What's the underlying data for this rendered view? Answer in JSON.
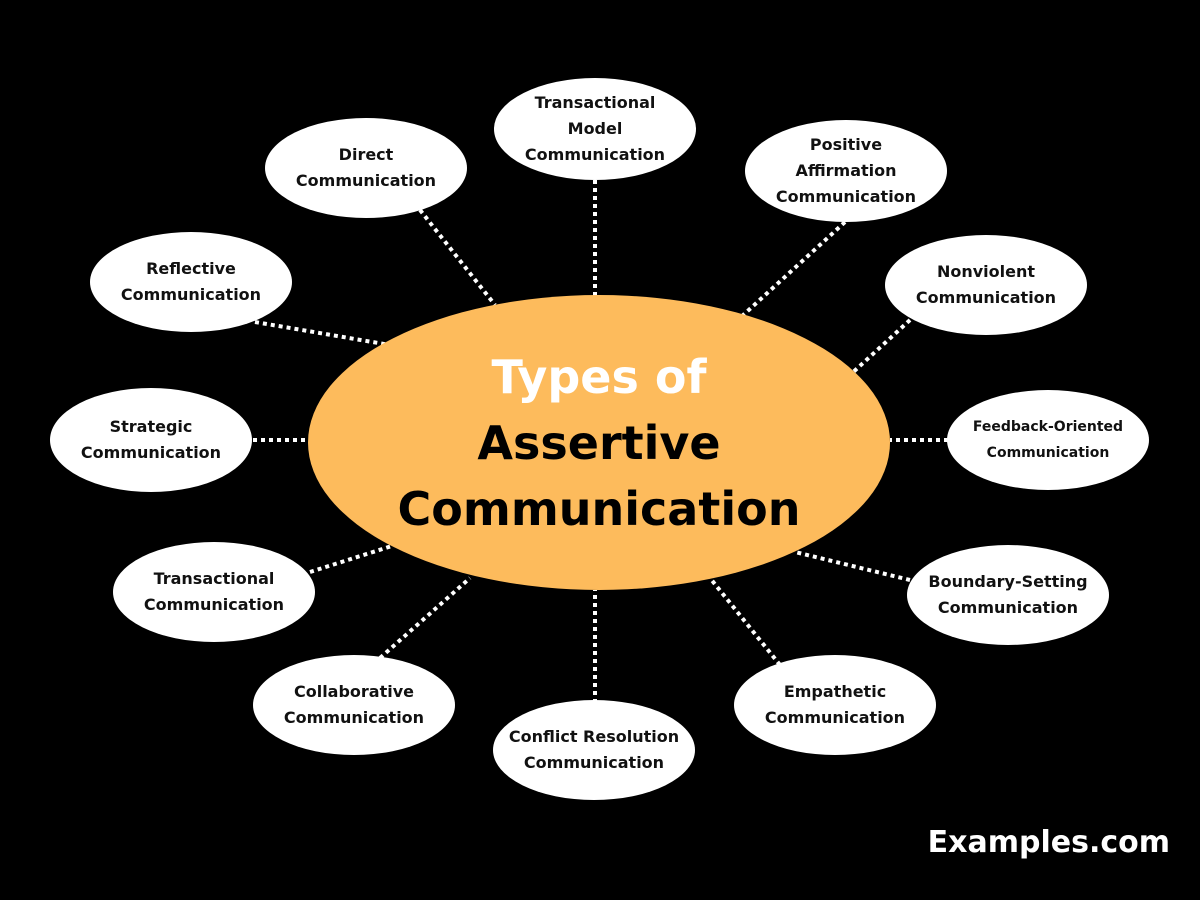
{
  "center": {
    "line1": "Types of",
    "line2": "Assertive",
    "line3": "Communication",
    "fill": "#fdbb5c"
  },
  "nodes": [
    {
      "label": "Transactional\nModel\nCommunication"
    },
    {
      "label": "Positive\nAffirmation\nCommunication"
    },
    {
      "label": "Nonviolent\nCommunication"
    },
    {
      "label": "Feedback-Oriented\nCommunication"
    },
    {
      "label": "Boundary-Setting\nCommunication"
    },
    {
      "label": "Empathetic\nCommunication"
    },
    {
      "label": "Conflict Resolution\nCommunication"
    },
    {
      "label": "Collaborative\nCommunication"
    },
    {
      "label": "Transactional\nCommunication"
    },
    {
      "label": "Strategic\nCommunication"
    },
    {
      "label": "Reflective\nCommunication"
    },
    {
      "label": "Direct\nCommunication"
    }
  ],
  "brand": "Examples.com"
}
